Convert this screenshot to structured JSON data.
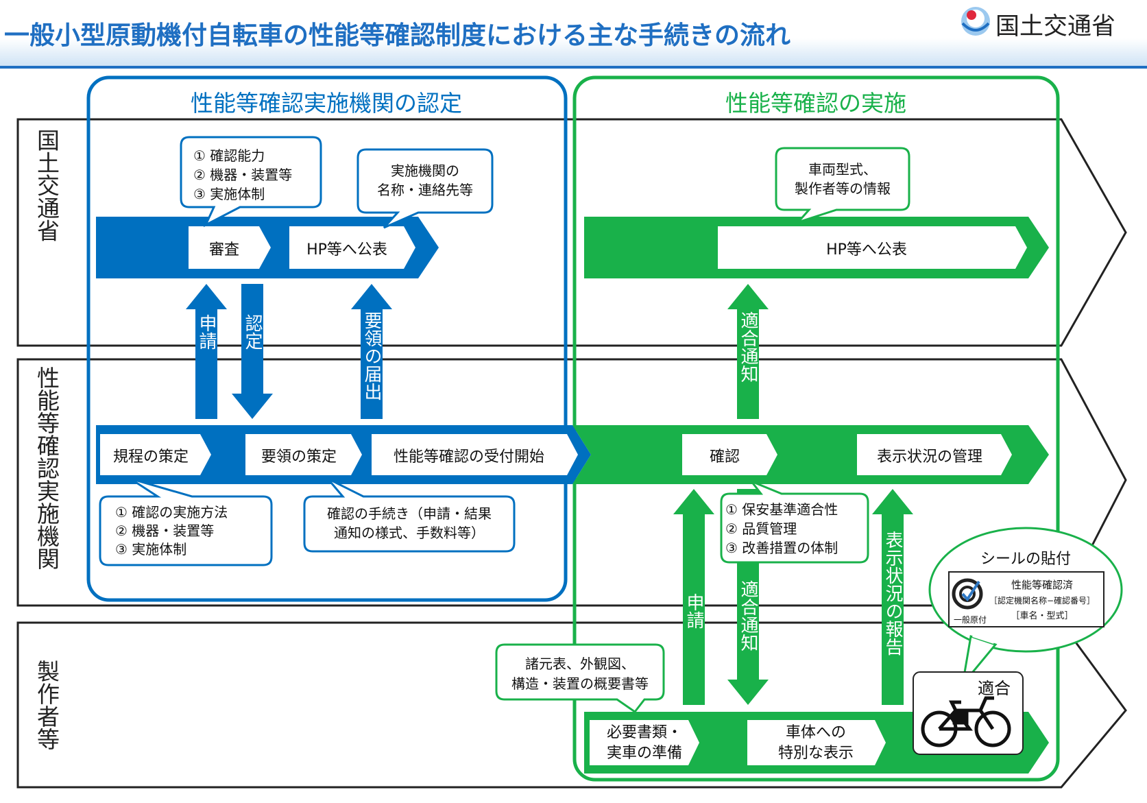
{
  "page_title": "一般小型原動機付自転車の性能等確認制度における主な手続きの流れ",
  "logo_text": "国土交通省",
  "colors": {
    "blue": "#0070c0",
    "green": "#19b14a",
    "title": "#1f6fc2"
  },
  "sections": {
    "left": "性能等確認実施機関の認定",
    "right": "性能等確認の実施"
  },
  "rows": {
    "mlit": "国土交通省",
    "institution": "性能等確認実施機関",
    "manufacturer": "製作者等"
  },
  "steps": {
    "review": "審査",
    "publish_left": "HP等へ公表",
    "publish_right": "HP等へ公表",
    "rules": "規程の策定",
    "guidelines": "要領の策定",
    "reception": "性能等確認の受付開始",
    "confirm": "確認",
    "display_mgmt": "表示状況の管理",
    "prepare": [
      "必要書類・",
      "実車の準備"
    ],
    "marking": [
      "車体への",
      "特別な表示"
    ]
  },
  "arrows": {
    "apply_left": "申請",
    "certify": "認定",
    "notify_guidelines": "要領の届出",
    "conformity_up": "適合通知",
    "apply_right": "申請",
    "conformity_down": "適合通知",
    "display_report": "表示状況の報告"
  },
  "callouts": {
    "review_items": [
      "① 確認能力",
      "② 機器・装置等",
      "③ 実施体制"
    ],
    "institution_info": [
      "実施機関の",
      "名称・連絡先等"
    ],
    "vehicle_info": [
      "車両型式、",
      "製作者等の情報"
    ],
    "rules_items": [
      "① 確認の実施方法",
      "② 機器・装置等",
      "③ 実施体制"
    ],
    "procedure": [
      "確認の手続き（申請・結果",
      "通知の様式、手数料等）"
    ],
    "check_items": [
      "① 保安基準適合性",
      "② 品質管理",
      "③ 改善措置の体制"
    ],
    "documents": [
      "諸元表、外観図、",
      "構造・装置の概要書等"
    ]
  },
  "seal": {
    "heading": "シールの貼付",
    "line1": "性能等確認済",
    "line2": "［認定機関名称−確認番号］",
    "line3": "［車名・型式］",
    "badge": "一般原付"
  },
  "bike_label": "適合",
  "icons": [
    "logo-icon",
    "bicycle-icon",
    "seal-check-icon"
  ]
}
